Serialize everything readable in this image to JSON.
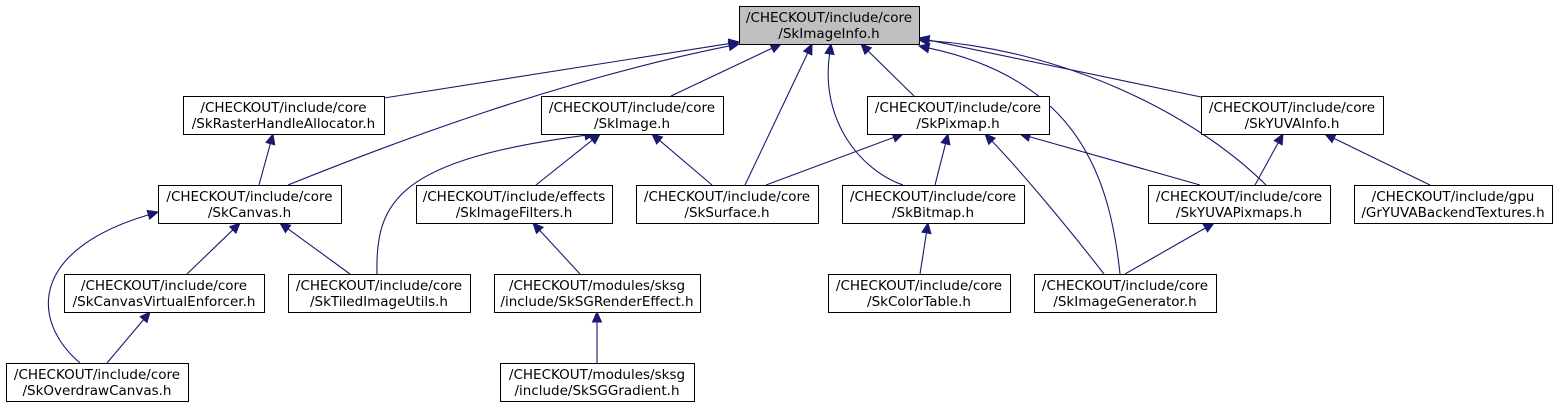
{
  "nodes": [
    {
      "id": "root",
      "lines": [
        "/CHECKOUT/include/core",
        "/SkImageInfo.h"
      ],
      "highlight": true
    },
    {
      "id": "rasterhandle",
      "lines": [
        "/CHECKOUT/include/core",
        "/SkRasterHandleAllocator.h"
      ]
    },
    {
      "id": "image",
      "lines": [
        "/CHECKOUT/include/core",
        "/SkImage.h"
      ]
    },
    {
      "id": "pixmap",
      "lines": [
        "/CHECKOUT/include/core",
        "/SkPixmap.h"
      ]
    },
    {
      "id": "yuvainfo",
      "lines": [
        "/CHECKOUT/include/core",
        "/SkYUVAInfo.h"
      ]
    },
    {
      "id": "canvas",
      "lines": [
        "/CHECKOUT/include/core",
        "/SkCanvas.h"
      ]
    },
    {
      "id": "imagefilters",
      "lines": [
        "/CHECKOUT/include/effects",
        "/SkImageFilters.h"
      ]
    },
    {
      "id": "surface",
      "lines": [
        "/CHECKOUT/include/core",
        "/SkSurface.h"
      ]
    },
    {
      "id": "bitmap",
      "lines": [
        "/CHECKOUT/include/core",
        "/SkBitmap.h"
      ]
    },
    {
      "id": "yuvapixmaps",
      "lines": [
        "/CHECKOUT/include/core",
        "/SkYUVAPixmaps.h"
      ]
    },
    {
      "id": "gryuva",
      "lines": [
        "/CHECKOUT/include/gpu",
        "/GrYUVABackendTextures.h"
      ]
    },
    {
      "id": "canvasvirtual",
      "lines": [
        "/CHECKOUT/include/core",
        "/SkCanvasVirtualEnforcer.h"
      ]
    },
    {
      "id": "tiledimage",
      "lines": [
        "/CHECKOUT/include/core",
        "/SkTiledImageUtils.h"
      ]
    },
    {
      "id": "sgrendereffect",
      "lines": [
        "/CHECKOUT/modules/sksg",
        "/include/SkSGRenderEffect.h"
      ]
    },
    {
      "id": "colortable",
      "lines": [
        "/CHECKOUT/include/core",
        "/SkColorTable.h"
      ]
    },
    {
      "id": "imagegenerator",
      "lines": [
        "/CHECKOUT/include/core",
        "/SkImageGenerator.h"
      ]
    },
    {
      "id": "overdraw",
      "lines": [
        "/CHECKOUT/include/core",
        "/SkOverdrawCanvas.h"
      ]
    },
    {
      "id": "sggradient",
      "lines": [
        "/CHECKOUT/modules/sksg",
        "/include/SkSGGradient.h"
      ]
    }
  ],
  "edges": [
    {
      "from": "rasterhandle",
      "to": "root"
    },
    {
      "from": "canvas",
      "to": "root"
    },
    {
      "from": "image",
      "to": "root"
    },
    {
      "from": "surface",
      "to": "root"
    },
    {
      "from": "bitmap",
      "to": "root"
    },
    {
      "from": "pixmap",
      "to": "root"
    },
    {
      "from": "imagegenerator",
      "to": "root"
    },
    {
      "from": "yuvapixmaps",
      "to": "root"
    },
    {
      "from": "yuvainfo",
      "to": "root"
    },
    {
      "from": "canvas",
      "to": "rasterhandle"
    },
    {
      "from": "tiledimage",
      "to": "image"
    },
    {
      "from": "imagefilters",
      "to": "image"
    },
    {
      "from": "surface",
      "to": "image"
    },
    {
      "from": "surface",
      "to": "pixmap"
    },
    {
      "from": "bitmap",
      "to": "pixmap"
    },
    {
      "from": "imagegenerator",
      "to": "pixmap"
    },
    {
      "from": "yuvapixmaps",
      "to": "pixmap"
    },
    {
      "from": "yuvapixmaps",
      "to": "yuvainfo"
    },
    {
      "from": "gryuva",
      "to": "yuvainfo"
    },
    {
      "from": "overdraw",
      "to": "canvas"
    },
    {
      "from": "canvasvirtual",
      "to": "canvas"
    },
    {
      "from": "tiledimage",
      "to": "canvas"
    },
    {
      "from": "sgrendereffect",
      "to": "imagefilters"
    },
    {
      "from": "colortable",
      "to": "bitmap"
    },
    {
      "from": "imagegenerator",
      "to": "yuvapixmaps"
    },
    {
      "from": "overdraw",
      "to": "canvasvirtual"
    },
    {
      "from": "sggradient",
      "to": "sgrendereffect"
    }
  ],
  "colors": {
    "edge": "#191970",
    "highlight_fill": "#bfbfbf",
    "box_border": "#000000"
  }
}
